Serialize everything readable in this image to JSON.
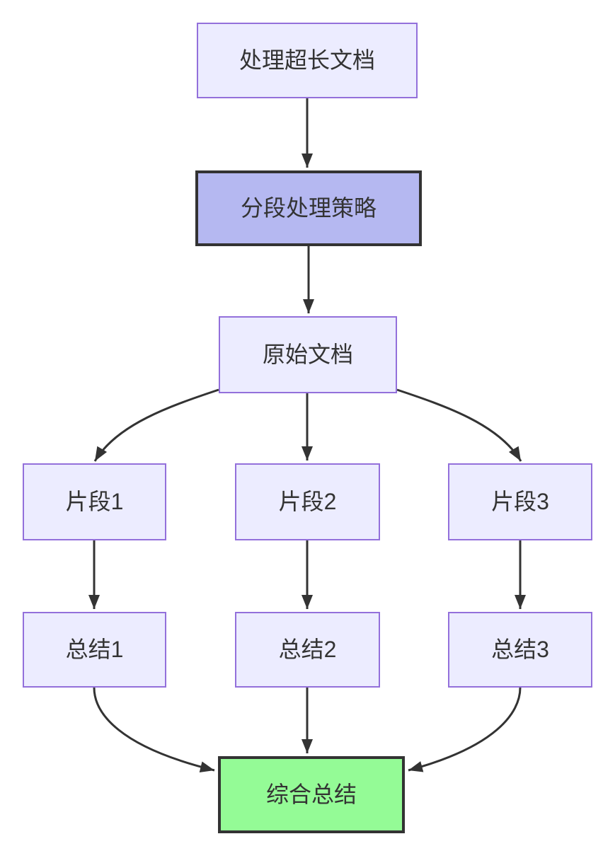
{
  "diagram": {
    "type": "flowchart",
    "direction": "top-down",
    "nodes": [
      {
        "id": "start",
        "label": "处理超长文档",
        "style": "default"
      },
      {
        "id": "strategy",
        "label": "分段处理策略",
        "style": "highlight-purple"
      },
      {
        "id": "doc",
        "label": "原始文档",
        "style": "default"
      },
      {
        "id": "chunk1",
        "label": "片段1",
        "style": "default"
      },
      {
        "id": "chunk2",
        "label": "片段2",
        "style": "default"
      },
      {
        "id": "chunk3",
        "label": "片段3",
        "style": "default"
      },
      {
        "id": "summary1",
        "label": "总结1",
        "style": "default"
      },
      {
        "id": "summary2",
        "label": "总结2",
        "style": "default"
      },
      {
        "id": "summary3",
        "label": "总结3",
        "style": "default"
      },
      {
        "id": "final",
        "label": "综合总结",
        "style": "highlight-green"
      }
    ],
    "edges": [
      {
        "from": "start",
        "to": "strategy"
      },
      {
        "from": "strategy",
        "to": "doc"
      },
      {
        "from": "doc",
        "to": "chunk1"
      },
      {
        "from": "doc",
        "to": "chunk2"
      },
      {
        "from": "doc",
        "to": "chunk3"
      },
      {
        "from": "chunk1",
        "to": "summary1"
      },
      {
        "from": "chunk2",
        "to": "summary2"
      },
      {
        "from": "chunk3",
        "to": "summary3"
      },
      {
        "from": "summary1",
        "to": "final"
      },
      {
        "from": "summary2",
        "to": "final"
      },
      {
        "from": "summary3",
        "to": "final"
      }
    ],
    "colors": {
      "node_fill": "#ECECFF",
      "node_border": "#9370DB",
      "highlight_purple_fill": "#B5B8F1",
      "highlight_green_fill": "#94FB96",
      "highlight_border": "#333333",
      "edge_color": "#333333",
      "text_color": "#333333",
      "background": "#FFFFFF"
    }
  }
}
